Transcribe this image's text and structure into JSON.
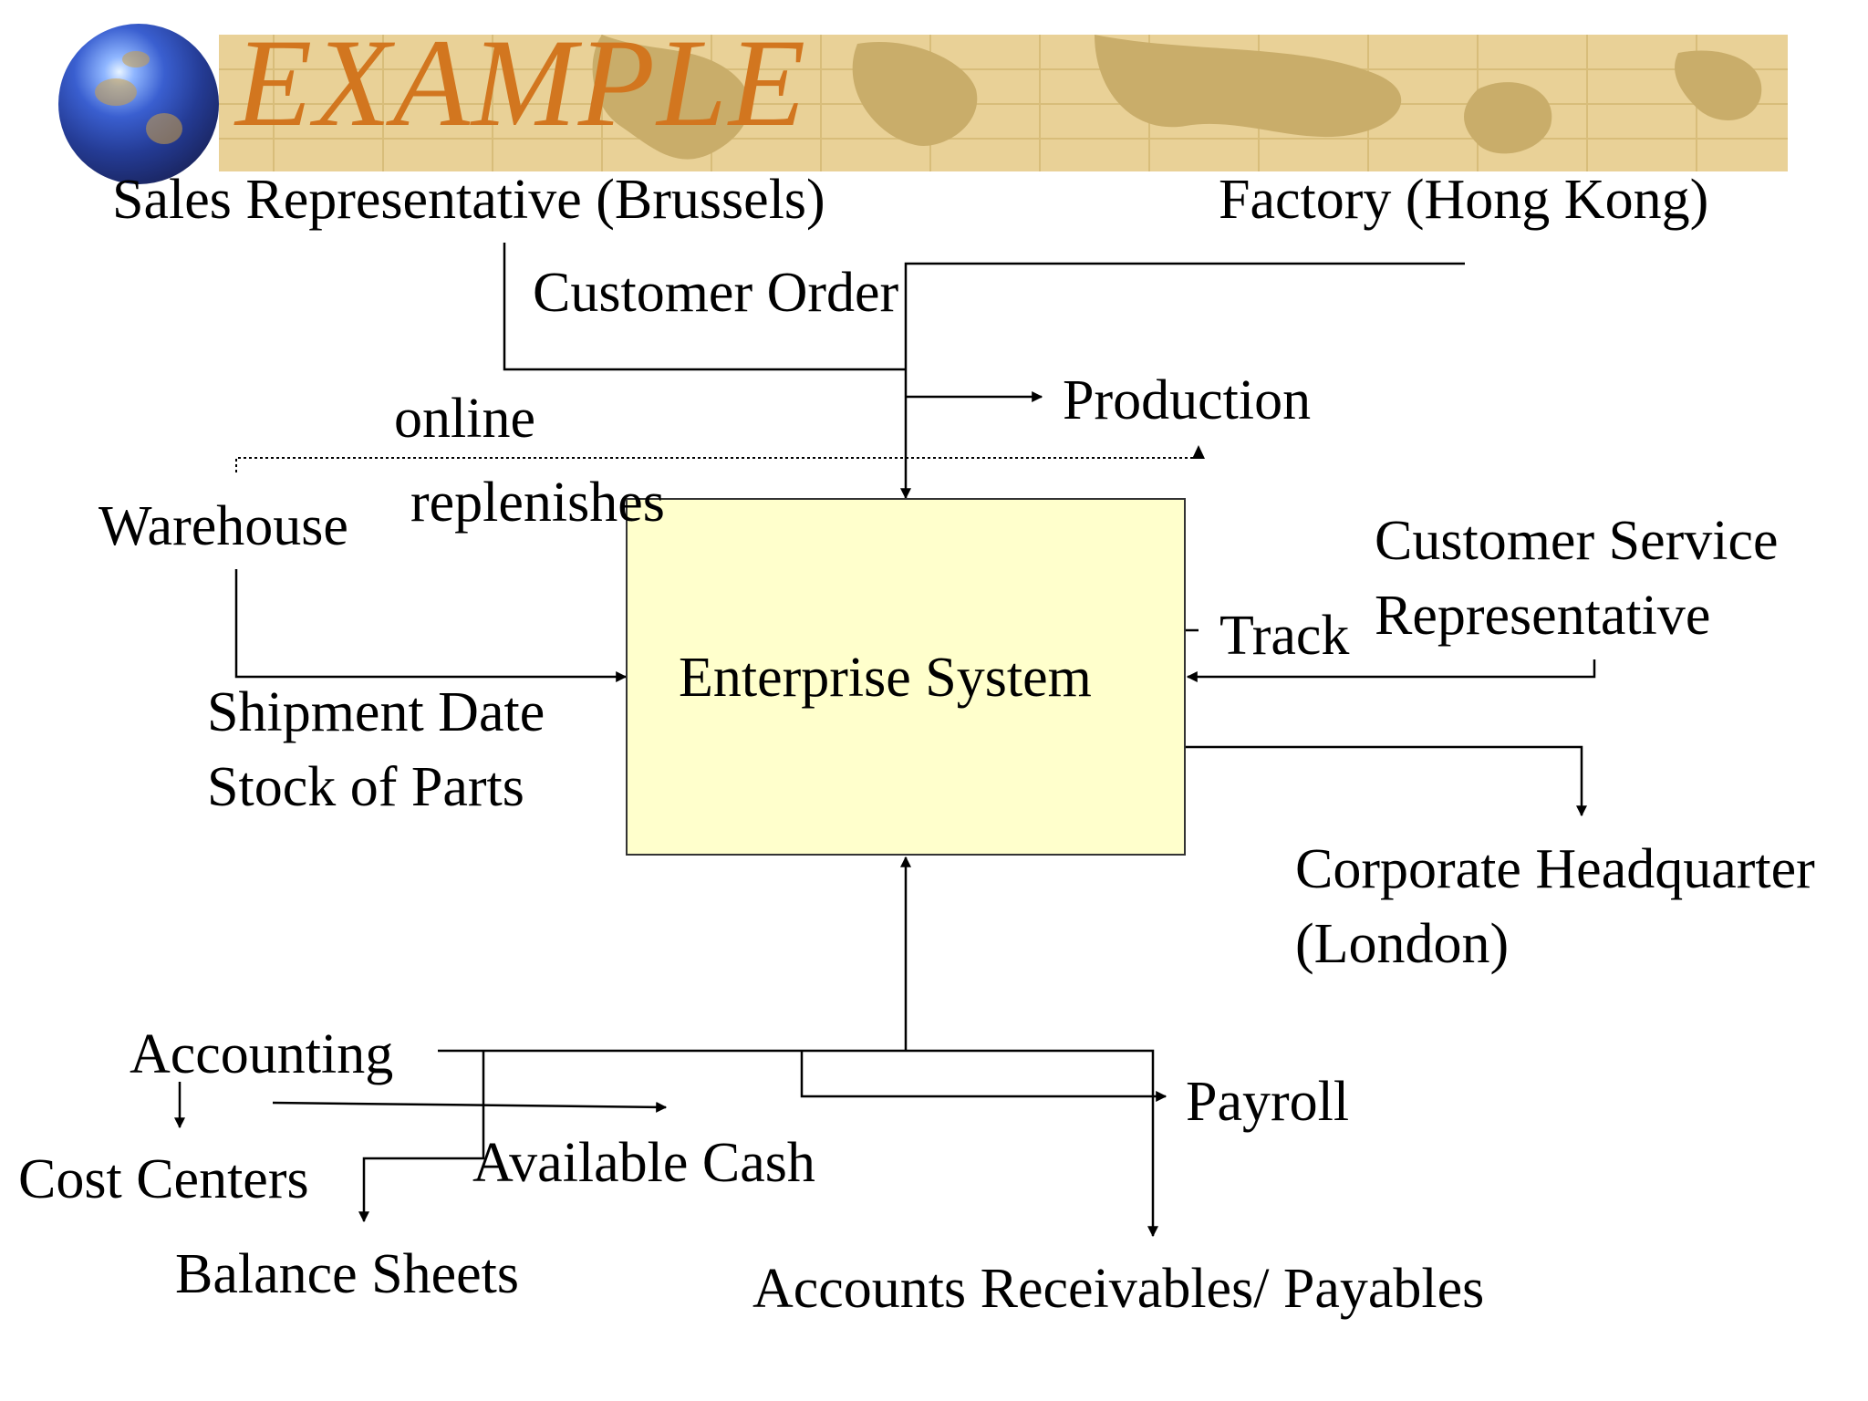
{
  "header": {
    "title": "EXAMPLE"
  },
  "diagram": {
    "center": "Enterprise System",
    "nodes": {
      "sales_rep": "Sales Representative (Brussels)",
      "factory": "Factory (Hong Kong)",
      "warehouse": "Warehouse",
      "customer_service_line1": "Customer Service",
      "customer_service_line2": "Representative",
      "corporate_hq_line1": "Corporate Headquarter",
      "corporate_hq_line2": "(London)",
      "accounting": "Accounting",
      "cost_centers": "Cost Centers",
      "balance_sheets": "Balance Sheets",
      "available_cash": "Available Cash",
      "payroll": "Payroll",
      "ar_ap": "Accounts Receivables/ Payables"
    },
    "flows": {
      "customer_order": "Customer Order",
      "production": "Production",
      "online": "online",
      "replenishes": "replenishes",
      "track": "Track",
      "shipment_date": "Shipment Date",
      "stock_of_parts": "Stock of Parts"
    }
  },
  "colors": {
    "title": "#d2761f",
    "banner": "#e9d197",
    "box": "#ffffcc"
  }
}
